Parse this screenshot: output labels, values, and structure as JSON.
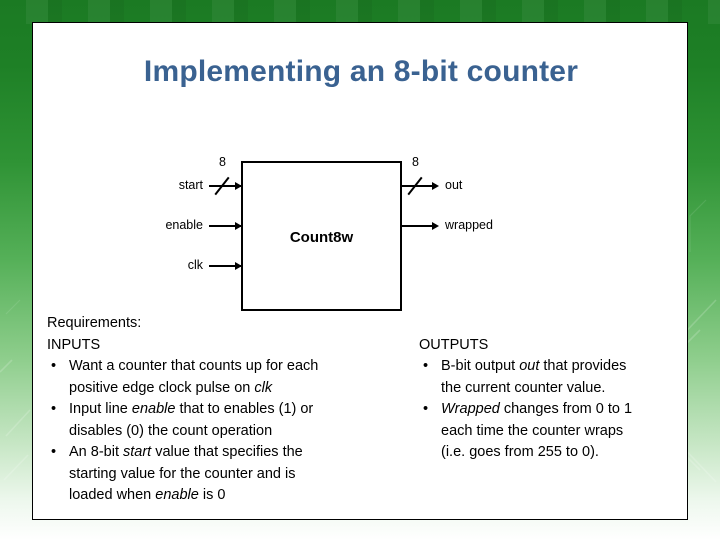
{
  "slide": {
    "title": "Implementing an 8-bit counter",
    "background_top_color": "#1b7a23",
    "background_bottom_color": "#ffffff",
    "title_color": "#3a6291",
    "card_background": "#ffffff",
    "card_border_color": "#000000"
  },
  "diagram": {
    "block_name": "Count8w",
    "inputs": [
      {
        "label": "start",
        "bus_width": "8",
        "has_bus_slash": true
      },
      {
        "label": "enable",
        "bus_width": "",
        "has_bus_slash": false
      },
      {
        "label": "clk",
        "bus_width": "",
        "has_bus_slash": false
      }
    ],
    "outputs": [
      {
        "label": "out",
        "bus_width": "8",
        "has_bus_slash": true
      },
      {
        "label": "wrapped",
        "bus_width": "",
        "has_bus_slash": false
      }
    ]
  },
  "requirements": {
    "heading": "Requirements:",
    "left": {
      "section": "INPUTS",
      "bullet_glyph": "•",
      "items": [
        {
          "line1_a": "Want a counter that counts up for each",
          "line2_a": "positive edge clock pulse on ",
          "line2_em": "clk",
          "line2_b": ""
        },
        {
          "line1_a": "Input line ",
          "line1_em": "enable",
          "line1_b": " that to enables (1) or",
          "line2_a": "disables (0) the count operation",
          "line2_em": "",
          "line2_b": ""
        },
        {
          "line1_a": "An 8-bit ",
          "line1_em": "start",
          "line1_b": " value that specifies the",
          "line2_a": "starting value for the counter and is",
          "line3_a": "loaded when ",
          "line3_em": "enable",
          "line3_b": " is 0"
        }
      ]
    },
    "right": {
      "section": "OUTPUTS",
      "bullet_glyph": "•",
      "items": [
        {
          "line1_a": "B-bit output ",
          "line1_em": "out",
          "line1_b": " that provides",
          "line2_a": "the current counter value."
        },
        {
          "line1_em": "Wrapped",
          "line1_b": " changes from 0 to 1",
          "line2_a": "each time the counter wraps",
          "line3_a": "(i.e. goes from 255 to 0)."
        }
      ]
    }
  }
}
